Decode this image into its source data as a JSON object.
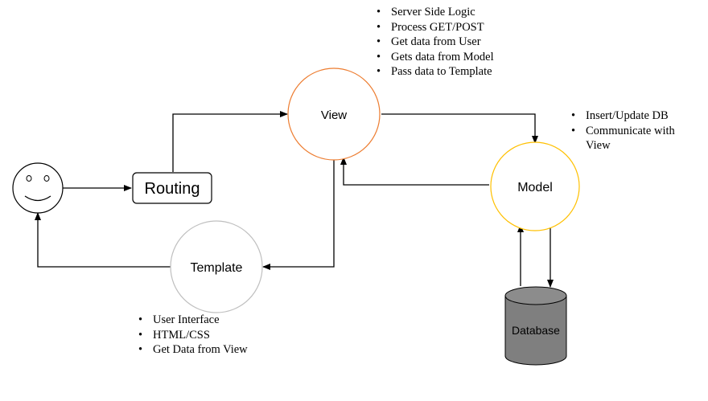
{
  "nodes": {
    "view": {
      "label": "View",
      "border_color": "#ED7D31"
    },
    "model": {
      "label": "Model",
      "border_color": "#FFC000"
    },
    "template": {
      "label": "Template",
      "border_color": "#BFBFBF"
    },
    "routing": {
      "label": "Routing"
    },
    "database": {
      "label": "Database",
      "fill_color": "#7F7F7F"
    },
    "user": {
      "icon": "smiley-face-icon"
    }
  },
  "notes": {
    "view": [
      "Server Side Logic",
      "Process GET/POST",
      "Get data from User",
      "Gets data from Model",
      "Pass data to Template"
    ],
    "model": [
      "Insert/Update DB",
      "Communicate with View"
    ],
    "template": [
      "User Interface",
      "HTML/CSS",
      "Get Data from View"
    ]
  }
}
